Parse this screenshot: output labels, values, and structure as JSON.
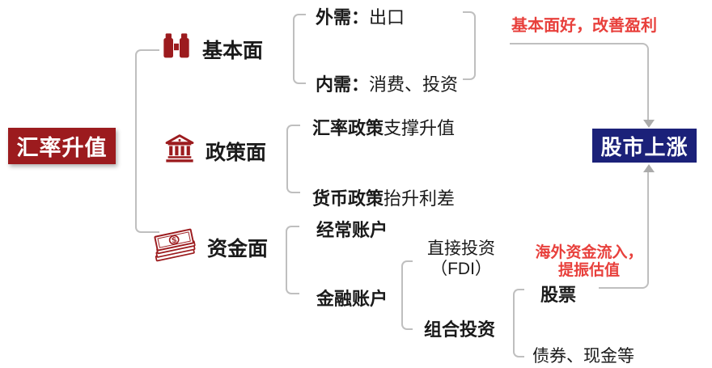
{
  "colors": {
    "dark_red": "#9c1b1e",
    "navy": "#1b2179",
    "red_text": "#e8403c",
    "line_gray": "#bfbfbf",
    "arrow_gray": "#ababab",
    "text_black": "#1a1a1a"
  },
  "root": {
    "label": "汇率升值"
  },
  "target": {
    "label": "股市上涨"
  },
  "branches": [
    {
      "label": "基本面",
      "icon": "binoculars-icon"
    },
    {
      "label": "政策面",
      "icon": "bank-icon"
    },
    {
      "label": "资金面",
      "icon": "money-stack-icon"
    }
  ],
  "fundamental_items": [
    {
      "bold": "外需：",
      "rest": "出口"
    },
    {
      "bold": "内需：",
      "rest": "消费、投资"
    }
  ],
  "policy_items": [
    {
      "bold": "汇率政策",
      "rest": "支撑升值"
    },
    {
      "bold": "货币政策",
      "rest": "抬升利差"
    }
  ],
  "capital_items": [
    {
      "label": "经常账户"
    },
    {
      "label": "金融账户"
    }
  ],
  "financial_items": [
    {
      "line1": "直接投资",
      "line2": "（FDI）"
    },
    {
      "label": "组合投资"
    }
  ],
  "portfolio_items": [
    {
      "label": "股票"
    },
    {
      "label": "债券、现金等"
    }
  ],
  "annotations": {
    "top": "基本面好，改善盈利",
    "bottom_line1": "海外资金流入，",
    "bottom_line2": "提振估值"
  }
}
